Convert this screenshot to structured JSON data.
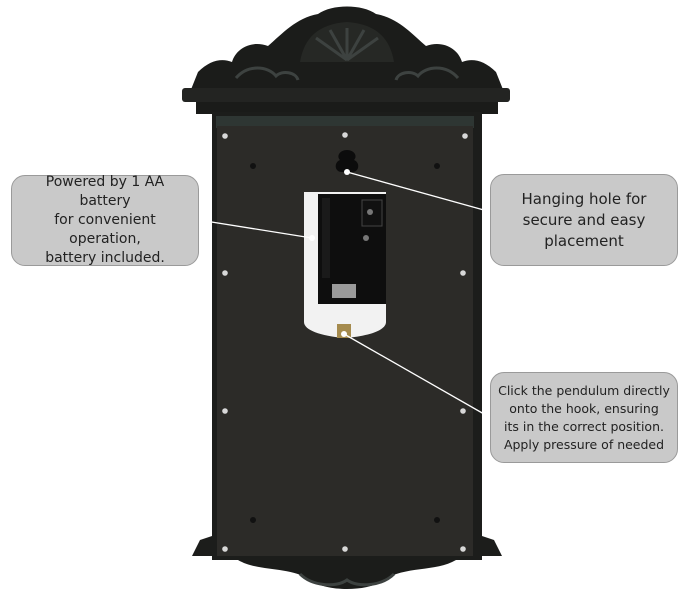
{
  "callouts": {
    "battery": "Powered by 1 AA battery\nfor convenient operation,\nbattery included.",
    "hanging_hole": "Hanging hole for\nsecure and easy\nplacement",
    "pendulum": "Click the pendulum directly\nonto the hook, ensuring\nits in the correct position.\nApply pressure of needed"
  },
  "colors": {
    "background": "#ffffff",
    "clock_body": "#1e1f1d",
    "back_panel": "#2c2b28",
    "callout_fill": "#c9c9c9",
    "leader_line": "#ffffff"
  }
}
